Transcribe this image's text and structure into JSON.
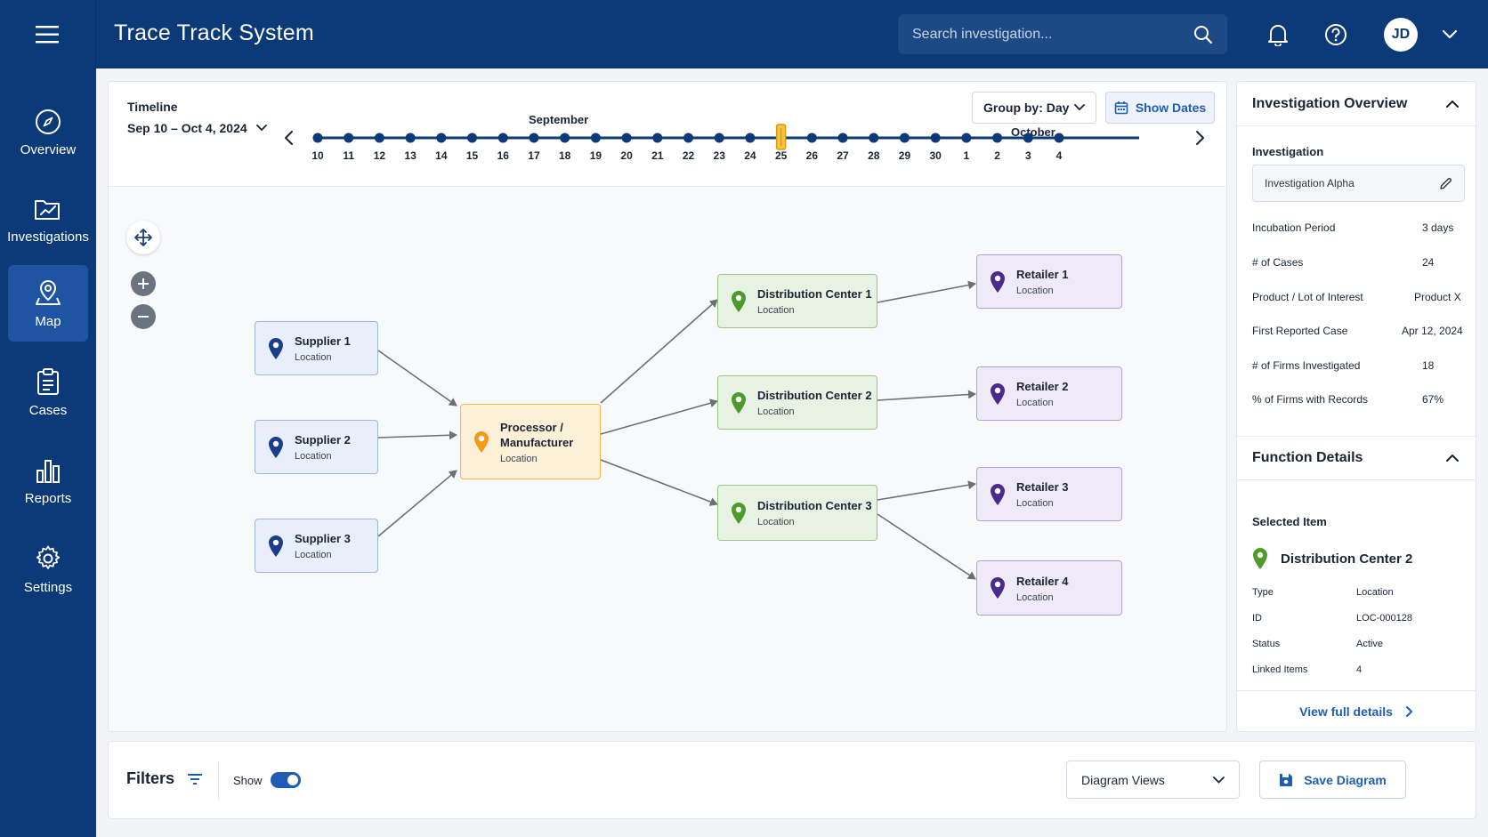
{
  "app": {
    "title": "Trace Track System"
  },
  "search": {
    "placeholder": "Search investigation..."
  },
  "user": {
    "initials": "JD"
  },
  "sidebar": {
    "items": [
      {
        "label": "Overview",
        "icon": "compass-icon"
      },
      {
        "label": "Investigations",
        "icon": "folder-chart-icon"
      },
      {
        "label": "Map",
        "icon": "map-pin-icon",
        "active": true
      },
      {
        "label": "Cases",
        "icon": "clipboard-icon"
      },
      {
        "label": "Reports",
        "icon": "bar-chart-icon"
      },
      {
        "label": "Settings",
        "icon": "gear-icon"
      }
    ]
  },
  "timeline": {
    "label": "Timeline",
    "range": "Sep 10 – Oct 4, 2024",
    "months": [
      "September",
      "October"
    ],
    "days": [
      "10",
      "11",
      "12",
      "13",
      "14",
      "15",
      "16",
      "17",
      "18",
      "19",
      "20",
      "21",
      "22",
      "23",
      "24",
      "25",
      "26",
      "27",
      "28",
      "29",
      "30",
      "1",
      "2",
      "3",
      "4"
    ],
    "selected_day": "25",
    "group_by": "Group by: Day",
    "show_dates": "Show Dates"
  },
  "diagram": {
    "nodes": {
      "supplier1": {
        "name": "Supplier 1",
        "sub": "Location"
      },
      "supplier2": {
        "name": "Supplier 2",
        "sub": "Location"
      },
      "supplier3": {
        "name": "Supplier 3",
        "sub": "Location"
      },
      "processor": {
        "name": "Processor / Manufacturer",
        "sub": "Location"
      },
      "dc1": {
        "name": "Distribution Center 1",
        "sub": "Location"
      },
      "dc2": {
        "name": "Distribution Center 2",
        "sub": "Location"
      },
      "dc3": {
        "name": "Distribution Center 3",
        "sub": "Location"
      },
      "retailer1": {
        "name": "Retailer 1",
        "sub": "Location"
      },
      "retailer2": {
        "name": "Retailer 2",
        "sub": "Location"
      },
      "retailer3": {
        "name": "Retailer 3",
        "sub": "Location"
      },
      "retailer4": {
        "name": "Retailer 4",
        "sub": "Location"
      }
    },
    "colors": {
      "supplier": "#1a3f8a",
      "processor": "#f29b1d",
      "dc": "#4e9a2c",
      "retailer": "#4b2a8c"
    }
  },
  "overview": {
    "title": "Investigation Overview",
    "investigation_label": "Investigation",
    "investigation_value": "Investigation Alpha",
    "rows": [
      {
        "k": "Incubation Period",
        "v": "3 days"
      },
      {
        "k": "# of Cases",
        "v": "24"
      },
      {
        "k": "Product / Lot of Interest",
        "v": "Product X"
      },
      {
        "k": "First Reported Case",
        "v": "Apr 12, 2024"
      },
      {
        "k": "# of Firms Investigated",
        "v": "18"
      },
      {
        "k": "% of Firms with Records",
        "v": "67%"
      }
    ]
  },
  "function_details": {
    "title": "Function Details",
    "selected_label": "Selected Item",
    "selected_name": "Distribution Center 2",
    "rows": [
      {
        "k": "Type",
        "v": "Location"
      },
      {
        "k": "ID",
        "v": "LOC-000128"
      },
      {
        "k": "Status",
        "v": "Active"
      },
      {
        "k": "Linked Items",
        "v": "4"
      }
    ],
    "view_full": "View full details"
  },
  "bottom": {
    "filters": "Filters",
    "show": "Show",
    "show_on": true,
    "diagram_views": "Diagram Views",
    "save": "Save Diagram"
  }
}
